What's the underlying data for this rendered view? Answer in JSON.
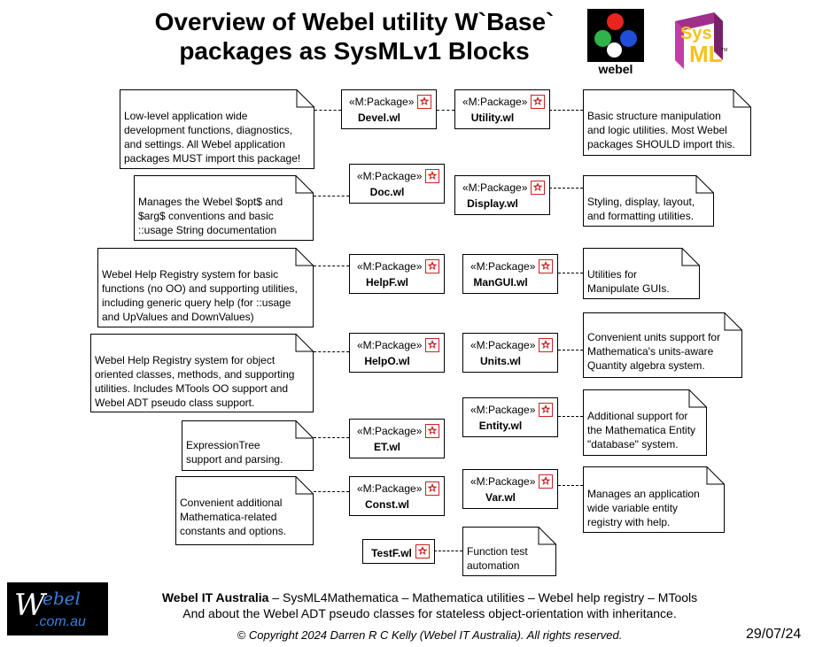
{
  "header": {
    "title_line1": "Overview of Webel utility W`Base`",
    "title_line2": "packages as SysMLv1 Blocks",
    "webel_logo_caption": "webel",
    "sysml_logo_text": "SysML"
  },
  "stereotype": "«M:Package»",
  "packages": {
    "devel": "Devel.wl",
    "utility": "Utility.wl",
    "doc": "Doc.wl",
    "display": "Display.wl",
    "helpf": "HelpF.wl",
    "mangui": "ManGUI.wl",
    "helpo": "HelpO.wl",
    "units": "Units.wl",
    "entity": "Entity.wl",
    "et": "ET.wl",
    "var": "Var.wl",
    "const": "Const.wl",
    "testf": "TestF.wl"
  },
  "notes": {
    "devel": [
      "Low-level application wide",
      "development functions, diagnostics,",
      "and settings. All Webel application",
      "packages MUST import this package!"
    ],
    "utility": [
      "Basic structure manipulation",
      "and logic utilities. Most Webel",
      "packages SHOULD import this."
    ],
    "doc": [
      "Manages the Webel $opt$ and",
      "$arg$ conventions and basic",
      "::usage String documentation"
    ],
    "display": [
      "Styling, display, layout,",
      "and formatting utilities."
    ],
    "helpf": [
      "Webel Help Registry system for basic",
      "functions (no OO) and supporting utilities,",
      "including generic query help (for ::usage",
      "and UpValues and DownValues)"
    ],
    "mangui": [
      "Utilities for",
      "Manipulate GUIs."
    ],
    "helpo": [
      "Webel Help Registry system for object",
      "oriented classes, methods, and supporting",
      "utilities. Includes MTools OO support and",
      "Webel ADT pseudo class support."
    ],
    "units": [
      "Convenient units support for",
      "Mathematica's units-aware",
      "Quantity algebra system."
    ],
    "entity": [
      "Additional support for",
      "the Mathematica Entity",
      "\"database\" system."
    ],
    "et": [
      "ExpressionTree",
      "support and parsing."
    ],
    "var": [
      "Manages an application",
      "wide variable entity",
      "registry with help."
    ],
    "const": [
      "Convenient additional",
      "Mathematica-related",
      "constants and options."
    ],
    "testf": [
      "Function test",
      "automation"
    ]
  },
  "footer": {
    "logo_w": "W",
    "logo_ebel": "ebel",
    "logo_domain": ".com.au",
    "line1_bold": "Webel IT Australia",
    "line1_rest": " – SysML4Mathematica – Mathematica utilities – Webel help registry – MTools",
    "line2": "And about the Webel ADT pseudo classes for stateless object-orientation with inheritance.",
    "copyright": "© Copyright 2024 Darren R C Kelly (Webel IT Australia). All rights reserved.",
    "date": "29/07/24"
  },
  "colors": {
    "webel_dot_red": "#e8241c",
    "webel_dot_green": "#2fb34a",
    "webel_dot_blue": "#1f4fd8",
    "webel_dot_white": "#ffffff",
    "package_icon": "#cc2222",
    "footer_logo_blue": "#3a7fd8"
  }
}
